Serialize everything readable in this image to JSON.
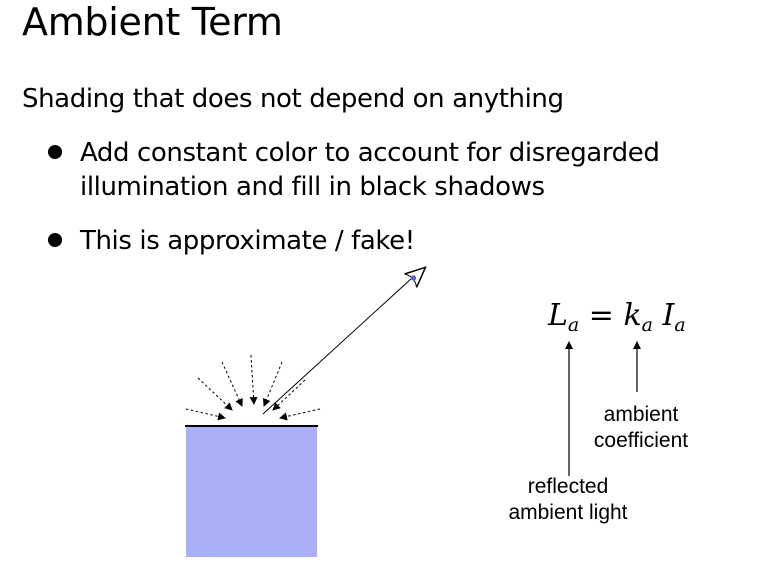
{
  "slide": {
    "title": "Ambient Term",
    "subtitle": "Shading that does not depend on anything",
    "bullets": [
      "Add constant color to account for disregarded illumination and fill in black shadows",
      "This is approximate / fake!"
    ]
  },
  "equation": {
    "lhs": "L",
    "lhs_sub": "a",
    "eq": "=",
    "k": "k",
    "k_sub": "a",
    "i": "I",
    "i_sub": "a"
  },
  "annotations": {
    "ambient_coefficient": [
      "ambient",
      "coefficient"
    ],
    "reflected_ambient_light": [
      "reflected",
      "ambient light"
    ]
  },
  "colors": {
    "surface_fill": "#aab0f8",
    "eye_pupil": "#5a5cd8"
  },
  "icons": [
    "eye-icon"
  ]
}
